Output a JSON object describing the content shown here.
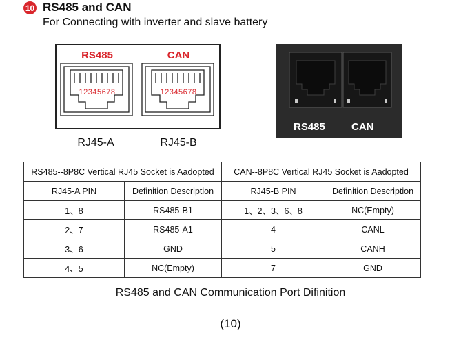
{
  "header": {
    "badge": "10",
    "title": "RS485 and CAN",
    "subtitle": "For Connecting with inverter and slave battery"
  },
  "diagram": {
    "left_port_label": "RS485",
    "right_port_label": "CAN",
    "pin_numbers": "12345678",
    "left_jack_name": "RJ45-A",
    "right_jack_name": "RJ45-B"
  },
  "photo": {
    "left_label": "RS485",
    "right_label": "CAN"
  },
  "table": {
    "group_headers": [
      "RS485--8P8C Vertical RJ45 Socket is Aadopted",
      "CAN--8P8C Vertical RJ45 Socket is Aadopted"
    ],
    "columns": [
      "RJ45-A PIN",
      "Definition Description",
      "RJ45-B PIN",
      "Definition Description"
    ],
    "rows": [
      [
        "1、8",
        "RS485-B1",
        "1、2、3、6、8",
        "NC(Empty)"
      ],
      [
        "2、7",
        "RS485-A1",
        "4",
        "CANL"
      ],
      [
        "3、6",
        "GND",
        "5",
        "CANH"
      ],
      [
        "4、5",
        "NC(Empty)",
        "7",
        "GND"
      ]
    ]
  },
  "caption": "RS485 and CAN Communication Port Difinition",
  "page_number": "(10)",
  "colors": {
    "accent_red": "#d9262c",
    "panel_dark": "#2b2b2b"
  }
}
